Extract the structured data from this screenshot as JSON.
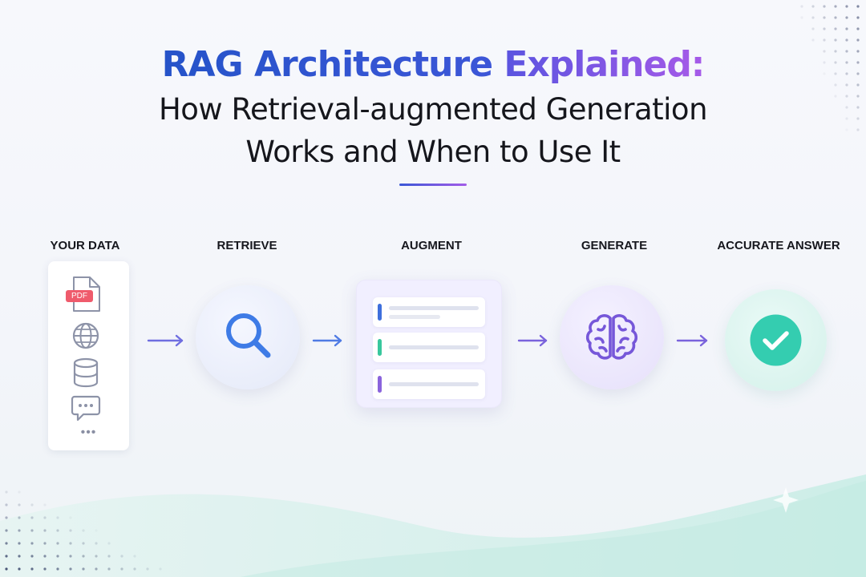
{
  "title": {
    "highlight_part1": "RAG Architecture ",
    "highlight_part2": "Explained:",
    "subtitle_line1": "How Retrieval-augmented Generation",
    "subtitle_line2": "Works and When to Use It"
  },
  "steps": [
    {
      "label": "YOUR DATA",
      "icons": [
        "pdf-file-icon",
        "globe-icon",
        "database-icon",
        "chat-bubble-icon"
      ],
      "pdf_tag": "PDF",
      "more": "•••"
    },
    {
      "label": "RETRIEVE",
      "icon": "search-icon"
    },
    {
      "label": "AUGMENT",
      "icon": "document-list-icon"
    },
    {
      "label": "GENERATE",
      "icon": "brain-icon"
    },
    {
      "label": "ACCURATE ANSWER",
      "icon": "check-icon"
    }
  ],
  "colors": {
    "title_blue": "#2553c9",
    "title_purple": "#a65ae8",
    "retrieve_blue": "#3e7be6",
    "brain_purple": "#7657d9",
    "check_teal": "#34cdb0",
    "pdf_red": "#ef5b6c",
    "arrow": "#6f6ee0"
  }
}
